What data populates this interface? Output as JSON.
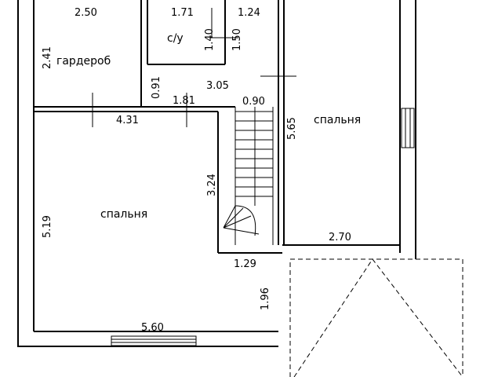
{
  "rooms": {
    "wardrobe": "гардероб",
    "bathroom": "с/у",
    "bedroom_right": "спальня",
    "bedroom_left": "спальня"
  },
  "dimensions": {
    "d250": "2.50",
    "d171": "1.71",
    "d124": "1.24",
    "d241": "2.41",
    "d140": "1.40",
    "d150": "1.50",
    "d091": "0.91",
    "d305": "3.05",
    "d181": "1.81",
    "d090": "0.90",
    "d431": "4.31",
    "d565": "5.65",
    "d324": "3.24",
    "d519": "5.19",
    "d270": "2.70",
    "d129": "1.29",
    "d196": "1.96",
    "d560": "5.60"
  }
}
